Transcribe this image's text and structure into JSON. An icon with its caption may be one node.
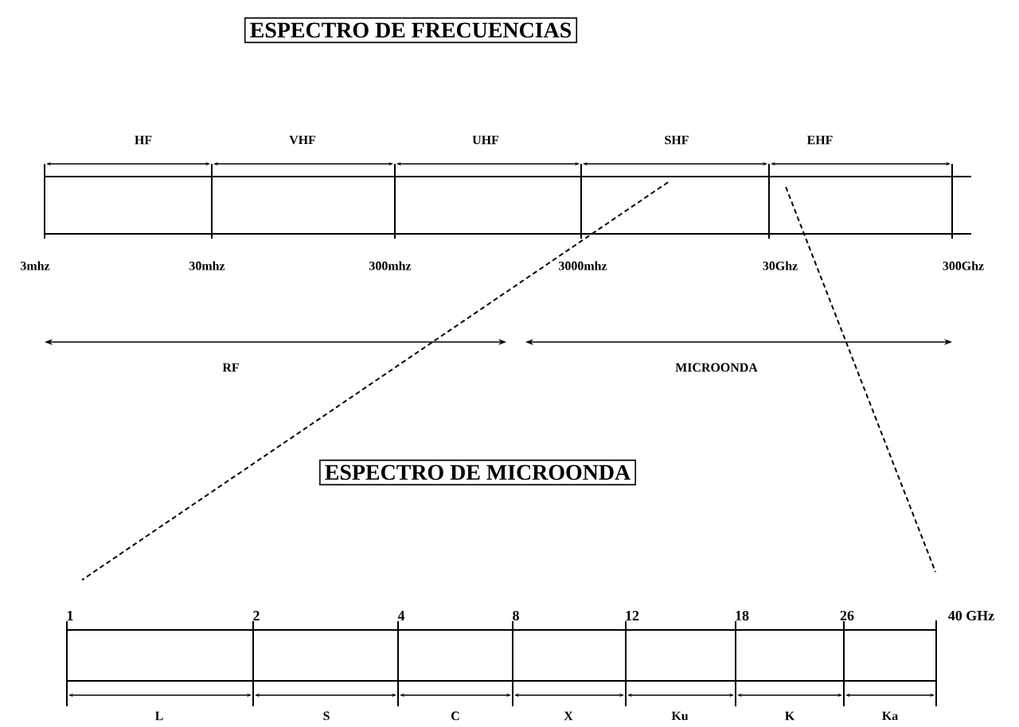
{
  "diagram": {
    "nodes": [
      {
        "text": [
          "ESPECTRO DE FRECUENCIAS"
        ]
      },
      {
        "text": [],
        "shape": "bar"
      },
      {
        "text": [
          "ESPECTRO DE MICROONDA"
        ]
      },
      {
        "text": [],
        "shape": "bar",
        "beside": [
          "1",
          "2",
          "4",
          "8",
          "12",
          "18",
          "26",
          "40 GHz"
        ]
      }
    ],
    "edges": [
      {
        "from": 1,
        "to": 3,
        "arrow": "none",
        "style": "dashed"
      },
      {
        "from": 1,
        "to": 3,
        "arrow": "none",
        "style": "dashed"
      }
    ],
    "labels": [
      "HF",
      "VHF",
      "UHF",
      "SHF",
      "EHF",
      "3mhz",
      "30mhz",
      "300mhz",
      "3000mhz",
      "30Ghz",
      "300Ghz",
      "RF",
      "MICROONDA",
      "L",
      "S",
      "C",
      "X",
      "Ku",
      "K",
      "Ka"
    ]
  }
}
